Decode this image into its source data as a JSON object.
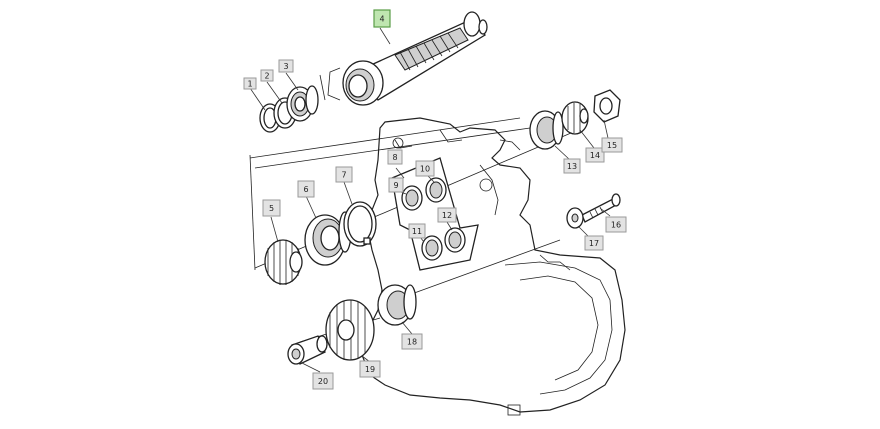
{
  "callouts": [
    {
      "id": "c1",
      "label": "1"
    },
    {
      "id": "c2",
      "label": "2"
    },
    {
      "id": "c3",
      "label": "3"
    },
    {
      "id": "c4",
      "label": "4",
      "highlight": true
    },
    {
      "id": "c5",
      "label": "5"
    },
    {
      "id": "c6",
      "label": "6"
    },
    {
      "id": "c7",
      "label": "7"
    },
    {
      "id": "c8",
      "label": "8"
    },
    {
      "id": "c9",
      "label": "9"
    },
    {
      "id": "c10",
      "label": "10"
    },
    {
      "id": "c11",
      "label": "11"
    },
    {
      "id": "c12",
      "label": "12"
    },
    {
      "id": "c13",
      "label": "13"
    },
    {
      "id": "c14",
      "label": "14"
    },
    {
      "id": "c15",
      "label": "15"
    },
    {
      "id": "c16",
      "label": "16"
    },
    {
      "id": "c17",
      "label": "17"
    },
    {
      "id": "c18",
      "label": "18"
    },
    {
      "id": "c19",
      "label": "19"
    },
    {
      "id": "c20",
      "label": "20"
    }
  ],
  "colors": {
    "highlight_fill": "#bfe6b0",
    "highlight_border": "#5a9c48",
    "callout_fill": "#e3e3e3",
    "callout_border": "#9a9a9a"
  }
}
